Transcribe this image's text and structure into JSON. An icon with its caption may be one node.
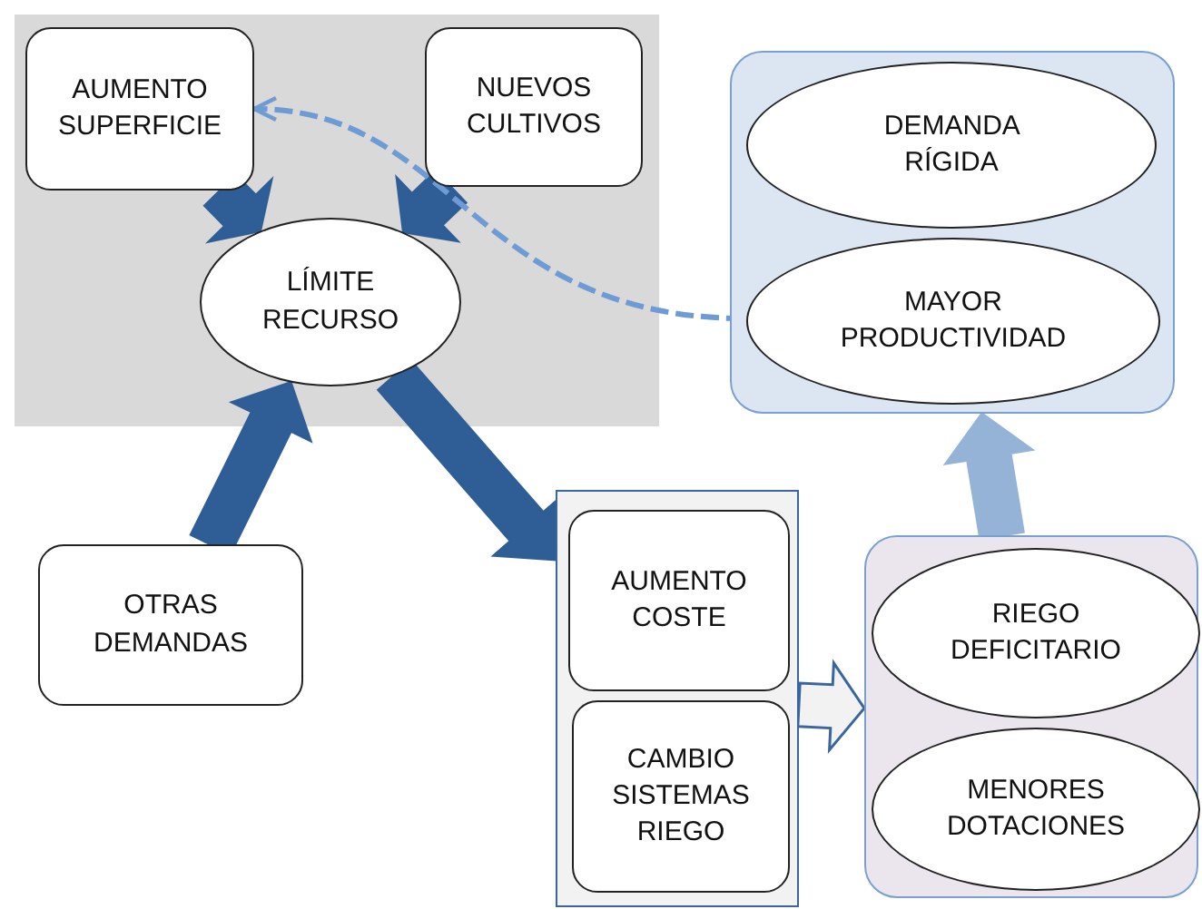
{
  "diagram": {
    "nodes": [
      {
        "text": [
          "AUMENTO SUPERFICIE"
        ]
      },
      {
        "text": [
          "NUEVOS CULTIVOS"
        ]
      },
      {
        "text": [
          "LÍMITE RECURSO"
        ]
      },
      {
        "text": [],
        "shape": "box"
      },
      {
        "text": [
          "DEMANDA RÍGIDA"
        ],
        "in": 3
      },
      {
        "text": [
          "MAYOR PRODUCTIVIDAD"
        ],
        "in": 3
      },
      {
        "text": [
          "OTRAS DEMANDAS"
        ]
      },
      {
        "text": [],
        "shape": "box"
      },
      {
        "text": [
          "AUMENTO COSTE"
        ],
        "in": 7
      },
      {
        "text": [
          "CAMBIO SISTEMAS RIEGO"
        ],
        "in": 7
      },
      {
        "text": [],
        "shape": "box"
      },
      {
        "text": [
          "RIEGO DEFICITARIO"
        ],
        "in": 10
      },
      {
        "text": [
          "MENORES DOTACIONES"
        ],
        "in": 10
      }
    ],
    "edges": [
      {
        "from": 0,
        "to": 2,
        "arrow": "to"
      },
      {
        "from": 1,
        "to": 2,
        "arrow": "to"
      },
      {
        "from": 6,
        "to": 2,
        "arrow": "to"
      },
      {
        "from": 2,
        "to": 7,
        "arrow": "to"
      },
      {
        "from": 7,
        "to": 10,
        "arrow": "to",
        "color": "#f2f2f2"
      },
      {
        "from": 10,
        "to": 3,
        "arrow": "to",
        "color": "#95b3d7"
      },
      {
        "from": 5,
        "to": 0,
        "arrow": "to",
        "style": "dashed",
        "color": "#6f9bd4"
      }
    ]
  }
}
